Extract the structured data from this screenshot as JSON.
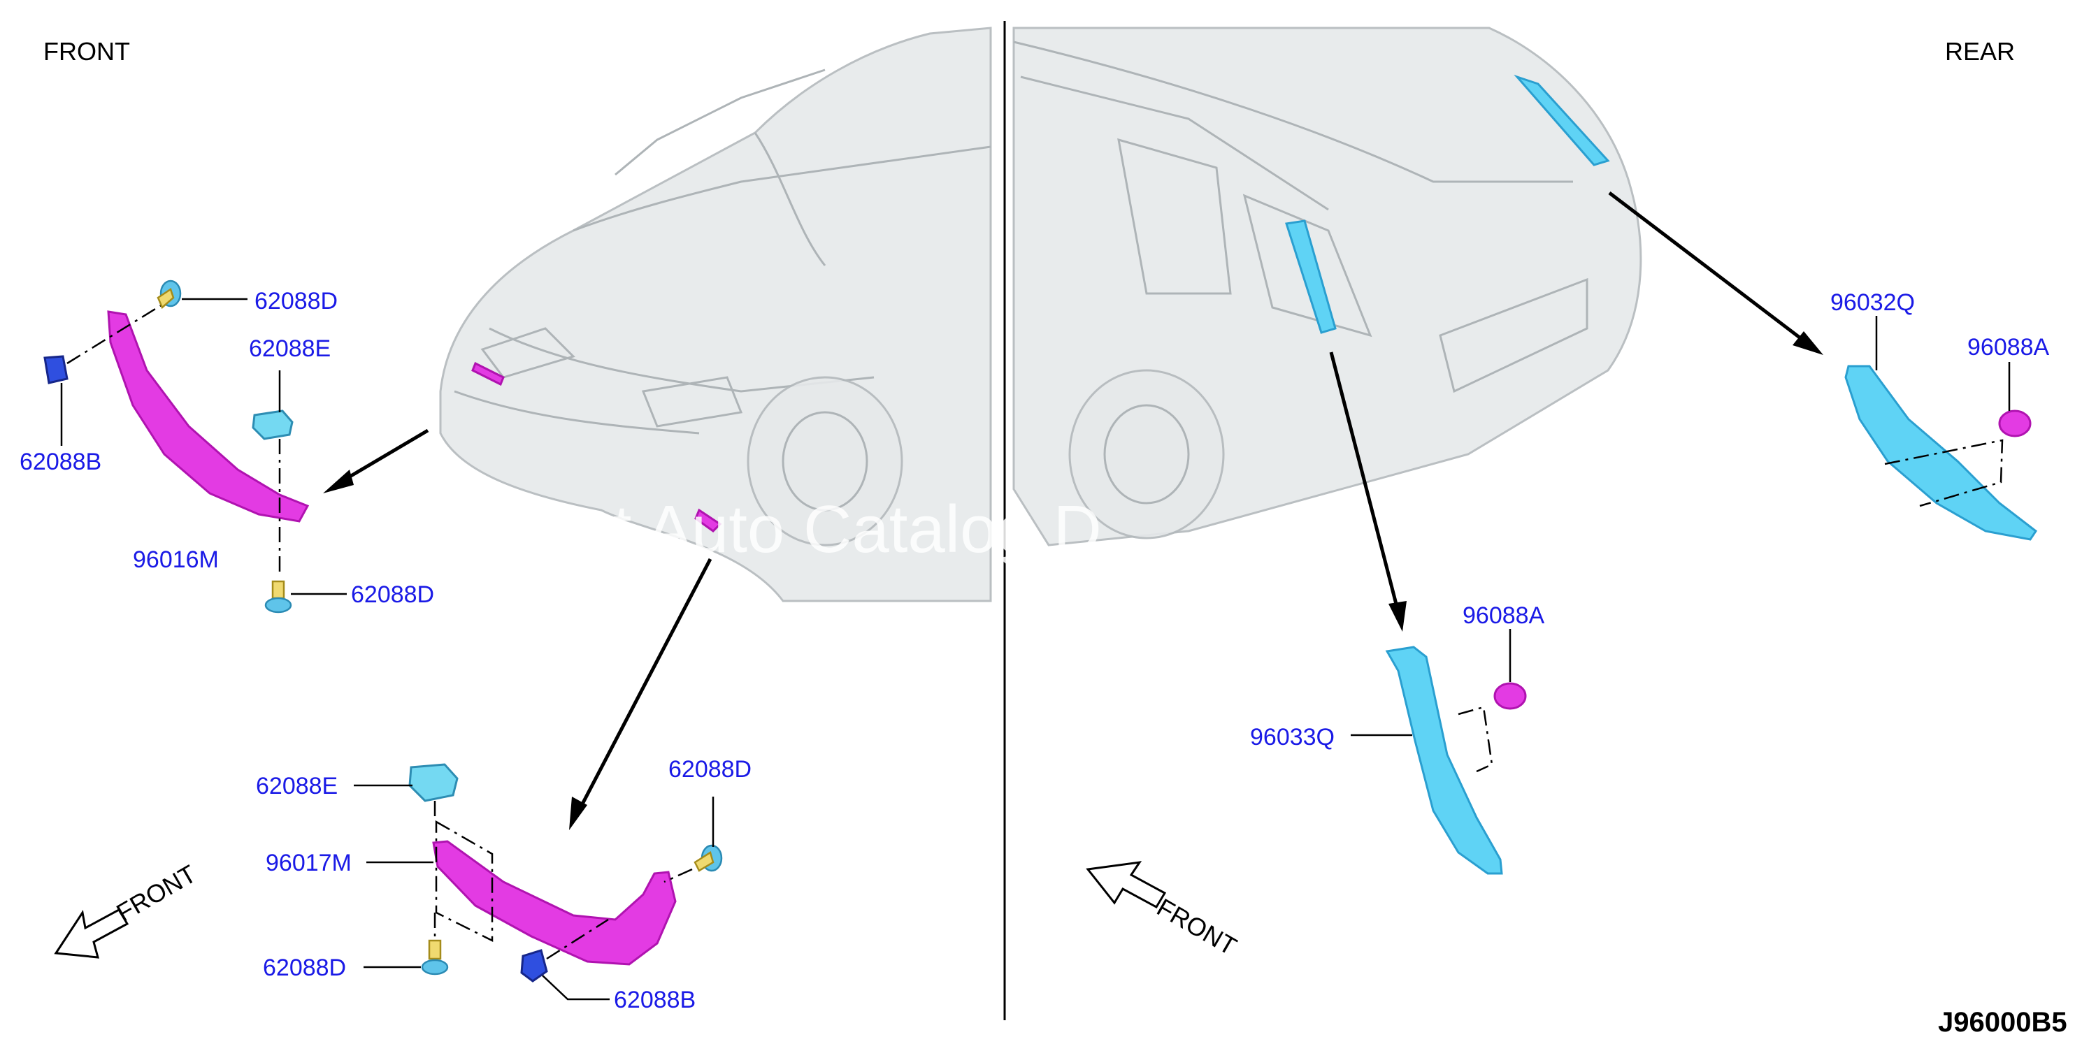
{
  "headers": {
    "front": "FRONT",
    "rear": "REAR"
  },
  "diagram_code": "J96000B5",
  "watermark": "ont Auto Catalog D",
  "direction_labels": {
    "left": "FRONT",
    "right": "FRONT"
  },
  "labels": {
    "front_clip_d_top": "62088D",
    "front_clip_e_top": "62088E",
    "front_clip_b_left": "62088B",
    "front_part_96016m": "96016M",
    "front_clip_d_mid": "62088D",
    "lower_clip_e": "62088E",
    "lower_part_96017m": "96017M",
    "lower_clip_d_left": "62088D",
    "lower_clip_d_right": "62088D",
    "lower_clip_b": "62088B",
    "rear_part_96032q": "96032Q",
    "rear_clip_96088a_top": "96088A",
    "rear_clip_96088a_mid": "96088A",
    "rear_part_96033q": "96033Q"
  },
  "colors": {
    "label_blue": "#1a1ae6",
    "part_magenta": "#e33be3",
    "part_cyan": "#5fd3f5",
    "clip_blue": "#2f4fe0",
    "pin_yellow": "#f0da70"
  }
}
